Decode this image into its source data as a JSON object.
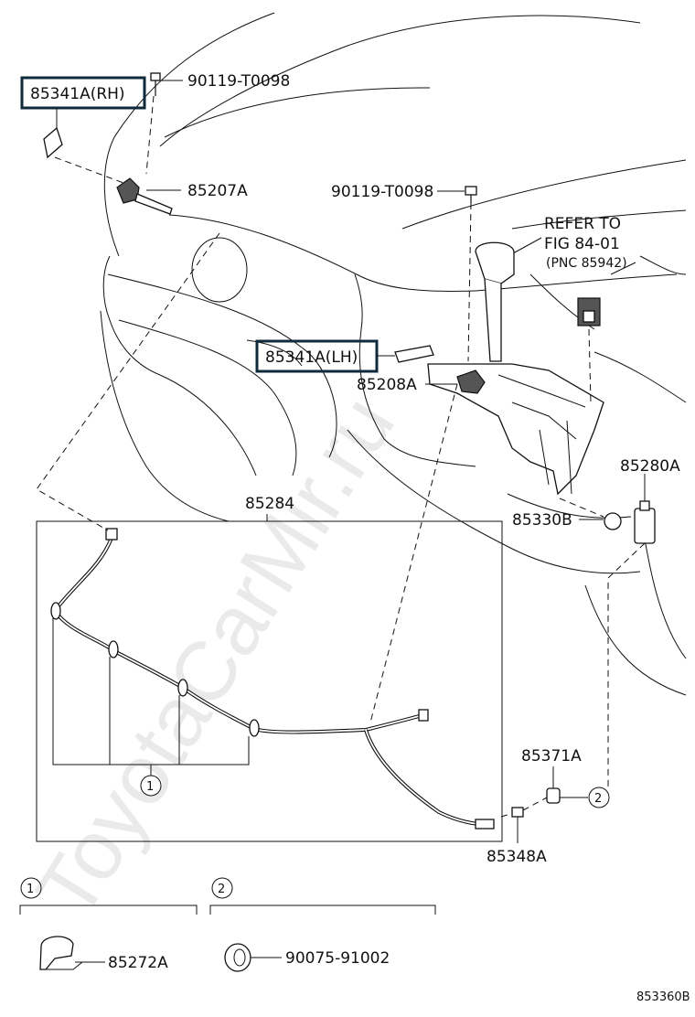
{
  "labels": {
    "rh_nozzle_cover": "85341A(RH)",
    "lh_nozzle_cover": "85341A(LH)",
    "screw_top": "90119-T0098",
    "screw_mid": "90119-T0098",
    "jet_rh": "85207A",
    "jet_lh": "85208A",
    "refer_line1": "REFER TO",
    "refer_line2": "FIG 84-01",
    "refer_line3": "(PNC 85942)",
    "hose": "85284",
    "pump_grommet": "85330B",
    "pump": "85280A",
    "joint": "85371A",
    "check_valve": "85348A",
    "ref1": "1",
    "ref2": "2",
    "clamp": "85272A",
    "clip": "90075-91002",
    "diagram_code": "853360B"
  },
  "watermark": "ToyotaCarMir.ru"
}
